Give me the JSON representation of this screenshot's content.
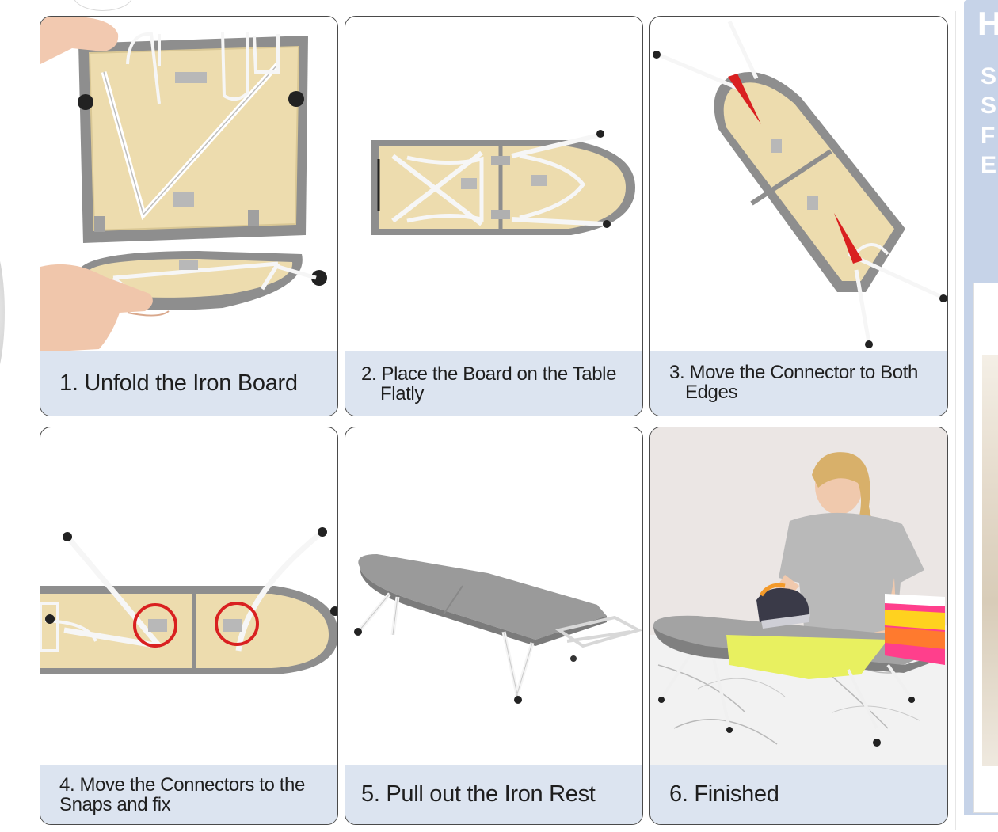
{
  "steps": [
    {
      "number": "1.",
      "caption": "1. Unfold the Iron Board"
    },
    {
      "number": "2.",
      "caption_line1": "2. Place the Board on the Table",
      "caption_line2": "Flatly"
    },
    {
      "number": "3.",
      "caption_line1": "3. Move the Connector to Both",
      "caption_line2": "Edges"
    },
    {
      "number": "4.",
      "caption_line1": "4. Move the Connectors to the",
      "caption_line2": "Snaps and fix"
    },
    {
      "number": "5.",
      "caption": "5. Pull out the Iron Rest"
    },
    {
      "number": "6.",
      "caption": "6. Finished"
    }
  ],
  "right_panel": {
    "heading_fragment": "H",
    "line_fragments": [
      "S",
      "S",
      "F",
      "E"
    ]
  },
  "colors": {
    "caption_bg": "#dce4f0",
    "card_border": "#4a4a4a",
    "board_wood": "#efe2b8",
    "board_cover": "#9a9a9a",
    "right_panel_bg": "#c6d3e8",
    "marker_red": "#d92020"
  }
}
